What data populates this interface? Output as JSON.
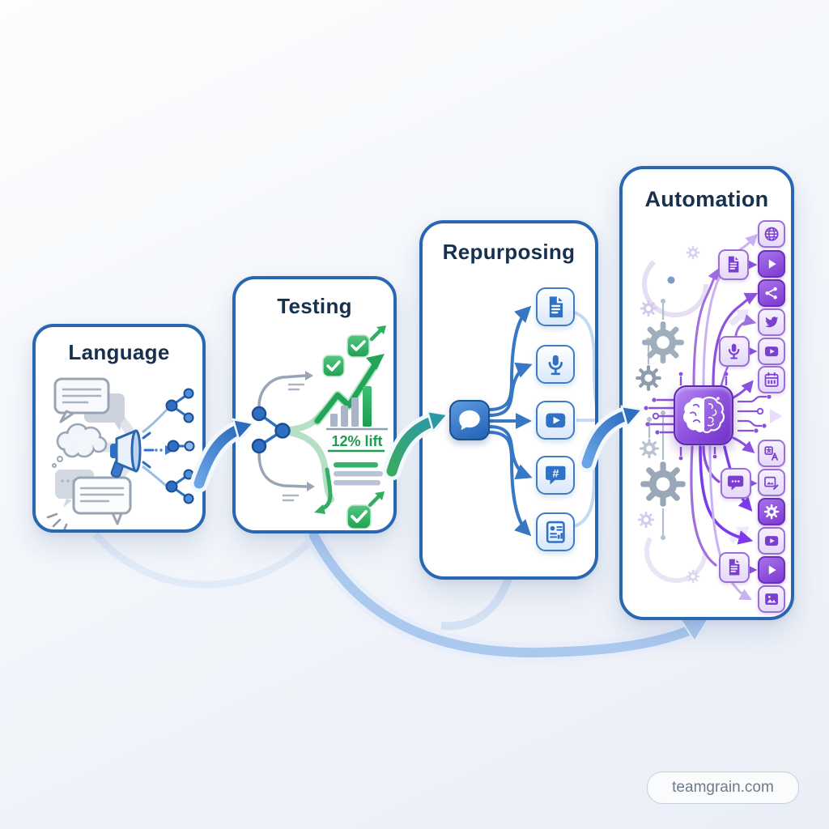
{
  "page": {
    "watermark": "teamgrain.com"
  },
  "panels": {
    "language": {
      "title": "Language",
      "illustration_icons": [
        "chat-bubbles-icon",
        "thought-cloud-icon",
        "megaphone-icon",
        "branching-nodes-icon"
      ]
    },
    "testing": {
      "title": "Testing",
      "lift_label": "12% lift",
      "illustration_icons": [
        "ab-branch-nodes-icon",
        "checkmark-badge-icon",
        "trend-up-arrow-icon",
        "bar-chart-icon",
        "text-lines-icon"
      ]
    },
    "repurposing": {
      "title": "Repurposing",
      "source_icon": "chat-bubble",
      "targets": [
        "document",
        "microphone",
        "video",
        "hashtag",
        "report"
      ]
    },
    "automation": {
      "title": "Automation",
      "core_icon": "ai-brain-chip",
      "side_icons": [
        "gear-icon",
        "circuit-traces-icon"
      ],
      "inline_icons": [
        "document",
        "microphone",
        "chat",
        "document"
      ],
      "outputs": [
        {
          "name": "globe",
          "style": "light"
        },
        {
          "name": "play",
          "style": "solid"
        },
        {
          "name": "share",
          "style": "solid"
        },
        {
          "name": "twitter",
          "style": "light"
        },
        {
          "name": "video",
          "style": "light"
        },
        {
          "name": "calendar",
          "style": "light"
        },
        {
          "name": "circuit",
          "style": "trace"
        },
        {
          "name": "translate",
          "style": "light"
        },
        {
          "name": "image-edit",
          "style": "light"
        },
        {
          "name": "gear",
          "style": "solid"
        },
        {
          "name": "video",
          "style": "light"
        },
        {
          "name": "play",
          "style": "solid"
        },
        {
          "name": "image",
          "style": "light"
        }
      ]
    }
  },
  "flow": {
    "arrow_1": "language-to-testing",
    "arrow_2": "testing-to-repurposing",
    "arrow_3": "repurposing-to-automation",
    "arrow_4": "background-loop-to-automation"
  },
  "colors": {
    "panel_border": "#2a67b2",
    "title_text": "#16304e",
    "blue": "#2f6fc1",
    "green": "#23a557",
    "teal": "#2b98a4",
    "purple": "#8b52dd",
    "background_arc": "#abc9ef",
    "gray_icon": "#9aa7b8"
  }
}
